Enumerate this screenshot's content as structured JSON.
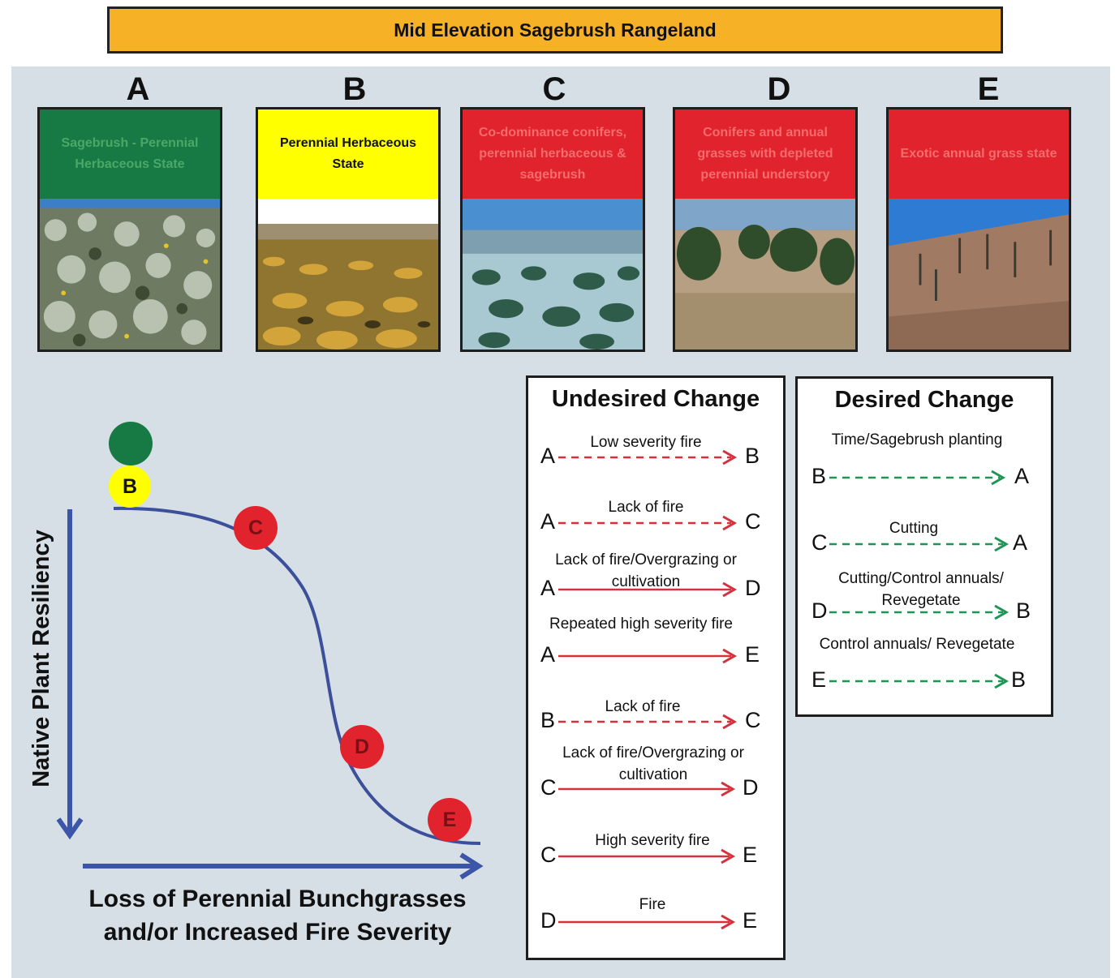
{
  "title": "Mid Elevation Sagebrush Rangeland",
  "colors": {
    "title_bg": "#f6b127",
    "panel_bg": "#d6dfe6",
    "green": "#177a45",
    "yellow": "#ffff00",
    "red": "#e0232d",
    "curve": "#3b4f9a",
    "undesired_arrow": "#d6303c",
    "desired_arrow": "#1e9455"
  },
  "states": [
    {
      "letter": "A",
      "label": "Sagebrush - Perennial Herbaceous State",
      "color": "green"
    },
    {
      "letter": "B",
      "label": "Perennial Herbaceous State",
      "color": "yellow"
    },
    {
      "letter": "C",
      "label": "Co-dominance conifers, perennial herbaceous & sagebrush",
      "color": "red"
    },
    {
      "letter": "D",
      "label": "Conifers and annual grasses with depleted perennial understory",
      "color": "red"
    },
    {
      "letter": "E",
      "label": "Exotic annual grass state",
      "color": "red"
    }
  ],
  "undesired": {
    "title": "Undesired Change",
    "transitions": [
      {
        "from": "A",
        "to": "B",
        "label": "Low severity fire",
        "style": "dashed"
      },
      {
        "from": "A",
        "to": "C",
        "label": "Lack of fire",
        "style": "dashed"
      },
      {
        "from": "A",
        "to": "D",
        "label": "Lack of fire/Overgrazing or cultivation",
        "style": "solid"
      },
      {
        "from": "A",
        "to": "E",
        "label": "Repeated high severity fire",
        "style": "solid"
      },
      {
        "from": "B",
        "to": "C",
        "label": "Lack of fire",
        "style": "dashed"
      },
      {
        "from": "C",
        "to": "D",
        "label": "Lack of fire/Overgrazing or cultivation",
        "style": "solid"
      },
      {
        "from": "C",
        "to": "E",
        "label": "High severity fire",
        "style": "solid"
      },
      {
        "from": "D",
        "to": "E",
        "label": "Fire",
        "style": "solid"
      }
    ]
  },
  "desired": {
    "title": "Desired Change",
    "transitions": [
      {
        "from": "B",
        "to": "A",
        "label": "Time/Sagebrush planting",
        "style": "dashed"
      },
      {
        "from": "C",
        "to": "A",
        "label": "Cutting",
        "style": "dashed"
      },
      {
        "from": "D",
        "to": "B",
        "label": "Cutting/Control annuals/ Revegetate",
        "style": "dashed"
      },
      {
        "from": "E",
        "to": "B",
        "label": "Control annuals/ Revegetate",
        "style": "dashed"
      }
    ]
  },
  "curve_chart": {
    "y_axis_label": "Native Plant Resiliency",
    "x_axis_label": "Loss of Perennial Bunchgrasses and/or Increased Fire Severity",
    "points": [
      {
        "label": "",
        "color": "green"
      },
      {
        "label": "B",
        "color": "yellow"
      },
      {
        "label": "C",
        "color": "red"
      },
      {
        "label": "D",
        "color": "red"
      },
      {
        "label": "E",
        "color": "red"
      }
    ]
  }
}
